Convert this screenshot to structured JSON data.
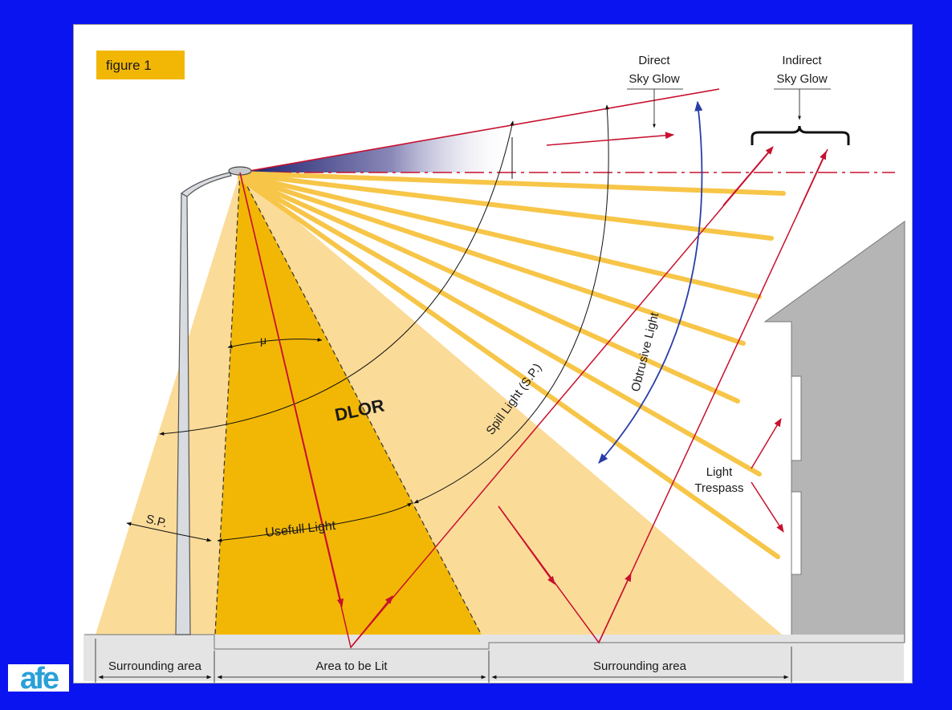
{
  "figure_label": "figure 1",
  "labels": {
    "direct_sky_glow_line1": "Direct",
    "direct_sky_glow_line2": "Sky Glow",
    "indirect_sky_glow_line1": "Indirect",
    "indirect_sky_glow_line2": "Sky Glow",
    "mu": "μ",
    "dlor": "DLOR",
    "spill_light": "Spill Light (S.P.)",
    "obtrusive_light": "Obtrusive Light",
    "sp_short": "S.P.",
    "useful_light": "Usefull Light",
    "light_trespass_line1": "Light",
    "light_trespass_line2": "Trespass"
  },
  "ground_zones": {
    "left": "Surrounding area",
    "center": "Area to be Lit",
    "right": "Surrounding area"
  },
  "logo": {
    "text": "afe"
  },
  "colors": {
    "background": "#0a14f0",
    "amber": "#f2b705",
    "light_amber": "#fbdb98",
    "ray": "#f7c548",
    "red": "#c8102e",
    "blue": "#2a3ea8",
    "building": "#b5b5b5",
    "ground": "#e4e4e4"
  }
}
